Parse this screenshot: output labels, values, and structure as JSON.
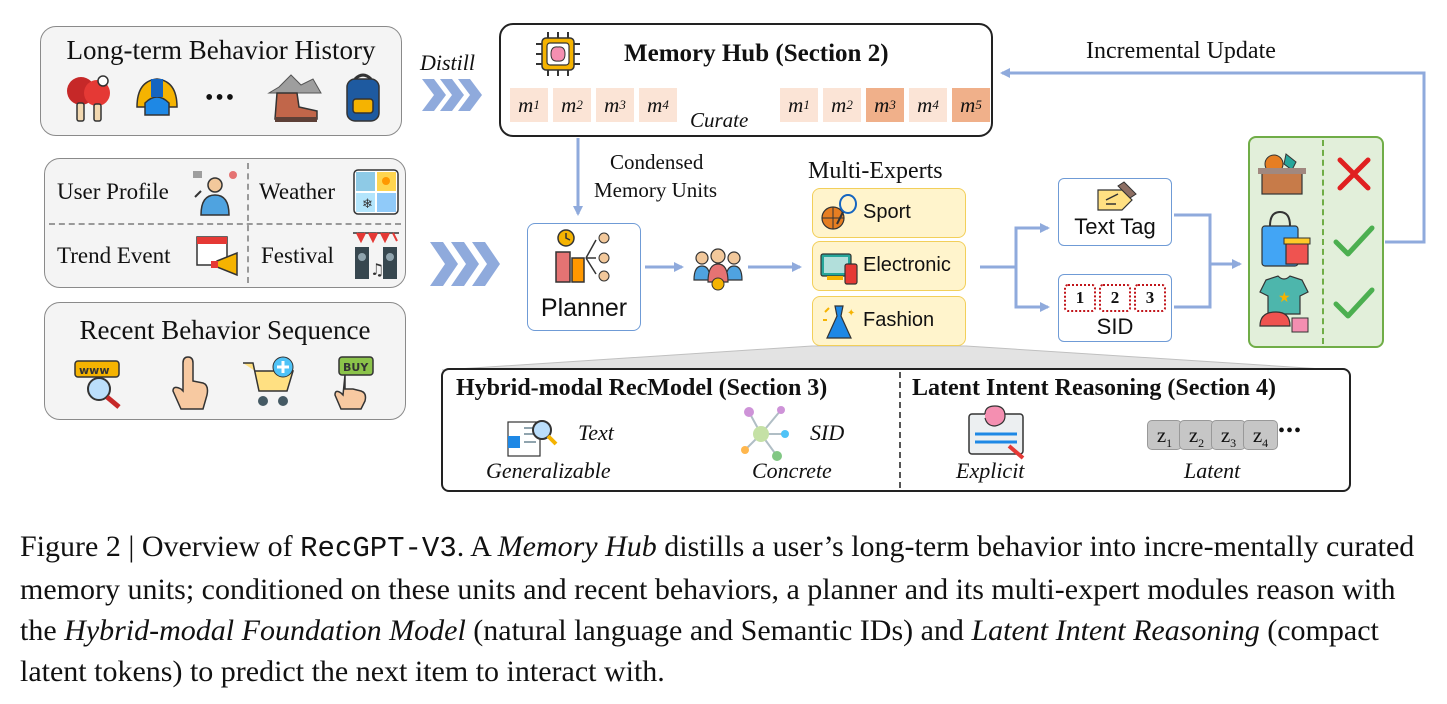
{
  "history": {
    "title": "Long-term Behavior History",
    "icons": [
      "ping-pong-icon",
      "helmet-icon",
      "hiking-boot-icon",
      "backpack-icon"
    ],
    "ellipsis": "•••"
  },
  "distill_label": "Distill",
  "context": {
    "user_profile": "User Profile",
    "weather": "Weather",
    "trend_event": "Trend Event",
    "festival": "Festival"
  },
  "recent": {
    "title": "Recent Behavior Sequence",
    "icons": [
      "web-search-icon",
      "tap-icon",
      "add-to-cart-icon",
      "buy-icon"
    ]
  },
  "memory_hub": {
    "title": "Memory Hub (Section 2)",
    "curate_label": "Curate",
    "units_before": [
      {
        "base": "m",
        "sub": "1"
      },
      {
        "base": "m",
        "sub": "2"
      },
      {
        "base": "m",
        "sub": "3"
      },
      {
        "base": "m",
        "sub": "4"
      }
    ],
    "units_after": [
      {
        "base": "m",
        "sub": "1"
      },
      {
        "base": "m",
        "sub": "2"
      },
      {
        "base": "m",
        "sub": "3"
      },
      {
        "base": "m",
        "sub": "4"
      },
      {
        "base": "m",
        "sub": "5"
      }
    ]
  },
  "incremental_update": "Incremental Update",
  "condensed_label_1": "Condensed",
  "condensed_label_2": "Memory Units",
  "planner_label": "Planner",
  "multi_experts": {
    "title": "Multi-Experts",
    "items": [
      "Sport",
      "Electronic",
      "Fashion"
    ]
  },
  "text_tag_label": "Text Tag",
  "sid": {
    "label": "SID",
    "codes": [
      "1",
      "2",
      "3"
    ]
  },
  "hybrid": {
    "title": "Hybrid-modal RecModel (Section 3)",
    "text_label": "Text",
    "sid_label": "SID",
    "generalizable": "Generalizable",
    "concrete": "Concrete"
  },
  "latent": {
    "title": "Latent Intent Reasoning (Section 4)",
    "explicit": "Explicit",
    "latent_label": "Latent",
    "tokens": [
      {
        "base": "z",
        "sub": "1"
      },
      {
        "base": "z",
        "sub": "2"
      },
      {
        "base": "z",
        "sub": "3"
      },
      {
        "base": "z",
        "sub": "4"
      }
    ],
    "ellipsis": "•••"
  },
  "caption": {
    "figure": "Figure 2 | Overview of ",
    "model": "RecGPT-V3",
    "p1": ". A ",
    "memory_hub": "Memory Hub",
    "p2": " distills a user’s long-term behavior into incre-mentally curated memory units; conditioned on these units and recent behaviors, a planner and its multi-expert modules reason with the ",
    "hybrid": "Hybrid-modal Foundation Model",
    "p3": " (natural language and Semantic IDs) and ",
    "latent": "Latent Intent Reasoning",
    "p4": " (compact latent tokens) to predict the next item to interact with."
  },
  "colors": {
    "arrow": "#8faadc",
    "expert_fill": "#fff4cc",
    "memory_light": "#fbe4d6",
    "memory_dark": "#f0b08a",
    "result_fill": "#e2efda",
    "result_border": "#70ad47",
    "cross": "#e02020",
    "check": "#4caf50"
  }
}
